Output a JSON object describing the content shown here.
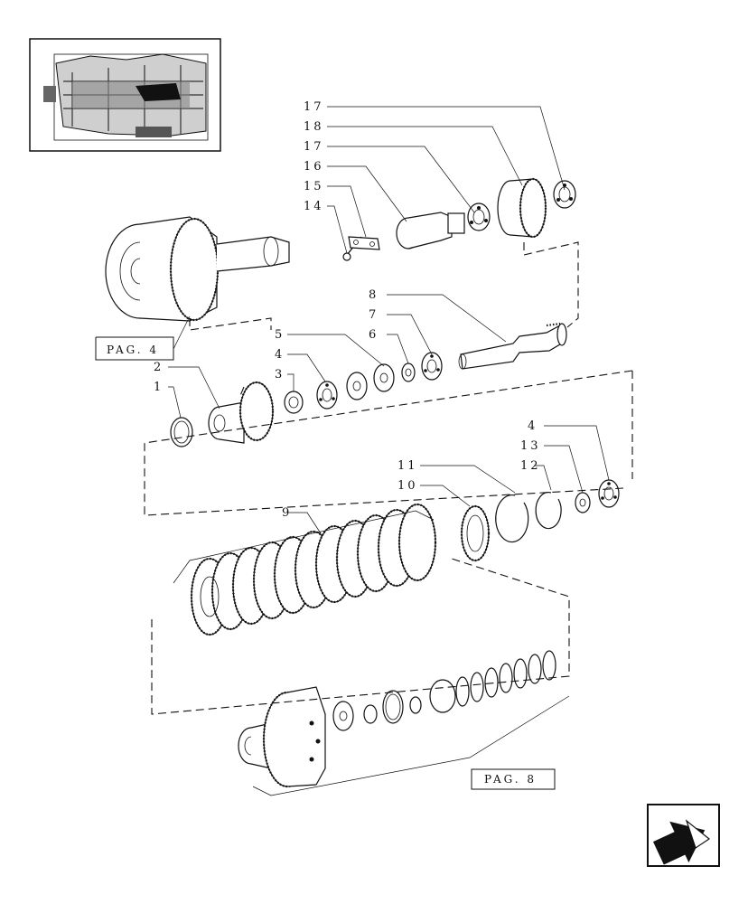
{
  "callouts": {
    "c17a": "17",
    "c18": "18",
    "c17b": "17",
    "c16": "16",
    "c15": "15",
    "c14": "14",
    "c8": "8",
    "c7": "7",
    "c5": "5",
    "c6": "6",
    "c4a": "4",
    "c3": "3",
    "c2": "2",
    "c1": "1",
    "c4b": "4",
    "c13": "13",
    "c11": "11",
    "c12": "12",
    "c10": "10",
    "c9": "9"
  },
  "page_refs": {
    "ref_top": "PAG. 4",
    "ref_bottom": "PAG. 8"
  },
  "icons": {
    "locator": "transmission-locator-thumbnail",
    "nav": "back-arrow-icon"
  }
}
